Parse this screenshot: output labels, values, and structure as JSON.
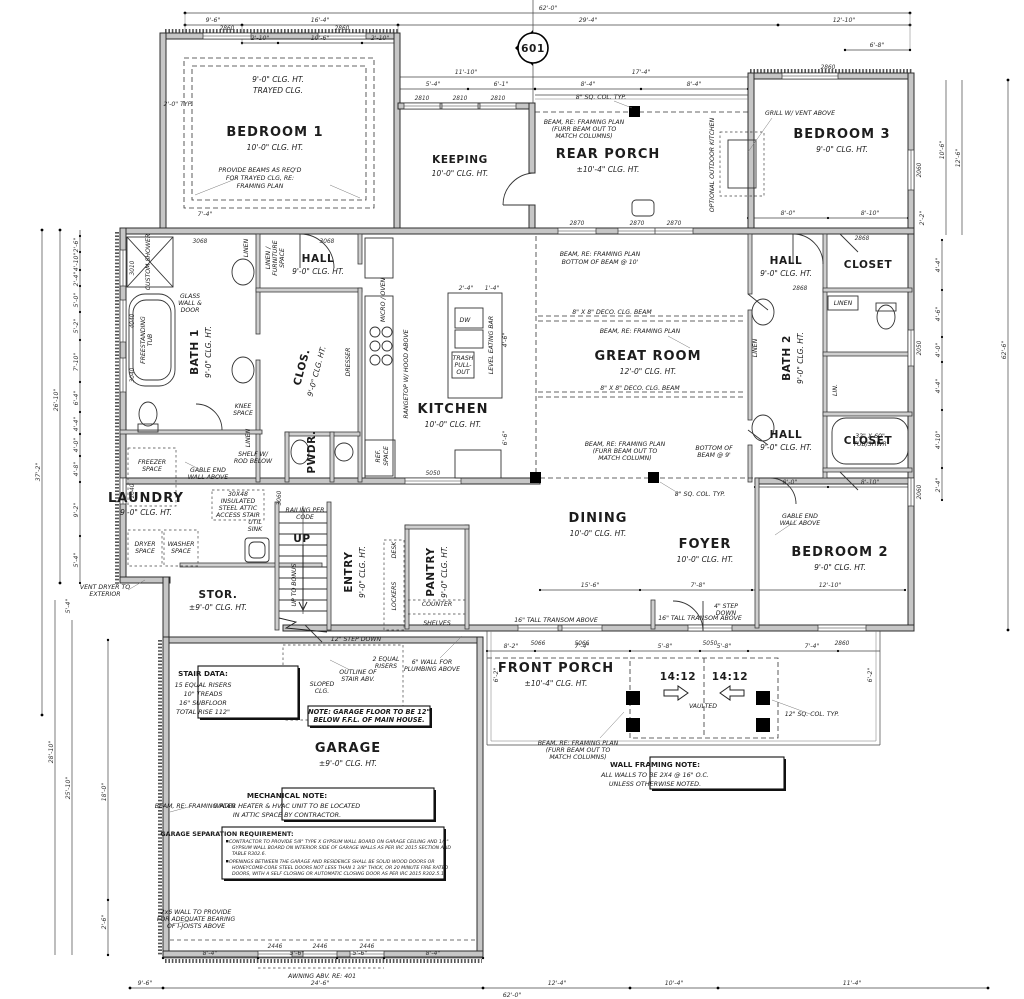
{
  "marker": "601",
  "rooms": {
    "bedroom1": {
      "name": "BEDROOM 1",
      "clg": "10'-0\" CLG. HT."
    },
    "keeping": {
      "name": "KEEPING",
      "clg": "10'-0\" CLG. HT."
    },
    "rear_porch": {
      "name": "REAR PORCH",
      "clg": "±10'-4\" CLG. HT."
    },
    "bedroom3": {
      "name": "BEDROOM 3",
      "clg": "9'-0\" CLG. HT."
    },
    "hall": {
      "name": "HALL",
      "clg": "9'-0\" CLG. HT."
    },
    "closet": {
      "name": "CLOSET"
    },
    "bath1": {
      "name": "BATH 1",
      "clg": "9'-0\" CLG. HT."
    },
    "clos": {
      "name": "CLOS.",
      "clg": "9'-0\" CLG. HT."
    },
    "kitchen": {
      "name": "KITCHEN",
      "clg": "10'-0\" CLG. HT."
    },
    "great_room": {
      "name": "GREAT ROOM",
      "clg": "12'-0\" CLG. HT."
    },
    "bath2": {
      "name": "BATH 2",
      "clg": "9'-0\" CLG. HT."
    },
    "pwdr": {
      "name": "PWDR."
    },
    "laundry": {
      "name": "LAUNDRY",
      "clg": "9'-0\" CLG. HT."
    },
    "stor": {
      "name": "STOR.",
      "clg": "±9'-0\" CLG. HT."
    },
    "entry": {
      "name": "ENTRY",
      "clg": "9'-0\" CLG. HT."
    },
    "pantry": {
      "name": "PANTRY",
      "clg": "9'-0\" CLG. HT."
    },
    "dining": {
      "name": "DINING",
      "clg": "10'-0\" CLG. HT."
    },
    "foyer": {
      "name": "FOYER",
      "clg": "10'-0\" CLG. HT."
    },
    "bedroom2": {
      "name": "BEDROOM 2",
      "clg": "9'-0\" CLG. HT."
    },
    "front_porch": {
      "name": "FRONT PORCH",
      "clg": "±10'-4\" CLG. HT."
    },
    "garage": {
      "name": "GARAGE",
      "clg": "±9'-0\" CLG. HT."
    }
  },
  "annotations": {
    "tray1": "9'-0\" CLG. HT.",
    "tray2": "TRAYED CLG.",
    "provide_beams": [
      "PROVIDE BEAMS AS REQ'D",
      "FOR TRAYED CLG, RE:",
      "FRAMING PLAN"
    ],
    "col8": "8\" SQ. COL. TYP.",
    "beam_furr": [
      "BEAM, RE: FRAMING PLAN",
      "(FURR BEAM OUT TO",
      "MATCH COLUMNS)"
    ],
    "beam_furr1": [
      "BEAM, RE: FRAMING PLAN",
      "(FURR BEAM OUT TO",
      "MATCH COLUMN)"
    ],
    "outdoor_kitchen": "OPTIONAL OUTDOOR KITCHEN",
    "grill": "GRILL W/ VENT ABOVE",
    "beam10": [
      "BEAM, RE: FRAMING PLAN",
      "BOTTOM OF BEAM @ 10'"
    ],
    "deco_beam": "8\" X 8\" DECO. CLG. BEAM",
    "beam_re": "BEAM, RE: FRAMING PLAN",
    "beam9": [
      "BOTTOM OF",
      "BEAM @ 9'"
    ],
    "custom_shower": "CUSTOM SHOWER",
    "glass": [
      "GLASS",
      "WALL &",
      "DOOR"
    ],
    "tub66": [
      "66\"",
      "FREESTANDING",
      "TUB"
    ],
    "linen": "LINEN",
    "lin": "LIN.",
    "linen_furn": [
      "LINEN /",
      "FURNITURE",
      "SPACE"
    ],
    "knee": [
      "KNEE",
      "SPACE"
    ],
    "shelf_rod": [
      "SHELF W/",
      "ROD BELOW"
    ],
    "dresser": "DRESSER",
    "micro": "MICRO / OVEN",
    "rangetop": "RANGETOP W/ HOOD ABOVE",
    "trash": [
      "TRASH",
      "PULL-",
      "OUT"
    ],
    "eating_bar": "LEVEL EATING BAR",
    "dw": "DW",
    "ref": [
      "REF.",
      "SPACE"
    ],
    "freezer": [
      "FREEZER",
      "SPACE"
    ],
    "gable": [
      "GABLE END",
      "WALL ABOVE"
    ],
    "vent_dryer": [
      "VENT DRYER TO",
      "EXTERIOR"
    ],
    "dryer": [
      "DRYER",
      "SPACE"
    ],
    "washer": [
      "WASHER",
      "SPACE"
    ],
    "attic": [
      "30X48",
      "INSULATED",
      "STEEL ATTIC",
      "ACCESS STAIR"
    ],
    "util": [
      "UTIL",
      "SINK"
    ],
    "railing": [
      "RAILING PER",
      "CODE"
    ],
    "up": "UP",
    "up_bonus": "UP TO BONUS",
    "step12": "12\" STEP DOWN",
    "risers2": [
      "2 EQUAL",
      "RISERS"
    ],
    "outline": [
      "OUTLINE OF",
      "STAIR ABV."
    ],
    "sloped": [
      "SLOPED",
      "CLG."
    ],
    "wall6": [
      "6\" WALL FOR",
      "PLUMBING ABOVE"
    ],
    "desk": "DESK",
    "lockers": "LOCKERS",
    "counter": "COUNTER",
    "shelves": "SHELVES",
    "transom": "16\" TALL TRANSOM ABOVE",
    "step4": [
      "4\" STEP",
      "DOWN"
    ],
    "slope": "14:12",
    "vaulted": "VAULTED",
    "col12": "12\" SQ. COL. TYP.",
    "wall2x6": [
      "2x6 WALL TO PROVIDE",
      "FOR ADEQUATE BEARING",
      "OF I-JOISTS ABOVE"
    ],
    "awning": "AWNING ABV. RE: 401",
    "tub_shwr": [
      "32\" X 60\"",
      "TUB/SHWR"
    ]
  },
  "notes": {
    "stair_data": {
      "title": "STAIR DATA:",
      "lines": [
        "15 EQUAL RISERS",
        "10\" TREADS",
        "16\" SUBFLOOR",
        "TOTAL RISE 112\""
      ]
    },
    "garage_floor": {
      "lines": [
        "NOTE: GARAGE FLOOR TO BE 12\"",
        "BELOW F.F.L. OF MAIN HOUSE."
      ]
    },
    "mechanical": {
      "title": "MECHANICAL NOTE:",
      "lines": [
        "WATER HEATER & HVAC UNIT TO BE LOCATED",
        "IN ATTIC SPACE BY CONTRACTOR."
      ]
    },
    "garage_separation": {
      "title": "GARAGE SEPARATION REQUIREMENT:",
      "lines": [
        "CONTRACTOR TO PROVIDE 5/8\" TYPE X GYPSUM WALL BOARD ON GARAGE CEILING AND 1/2\"",
        "GYPSUM WALL BOARD ON INTERIOR SIDE OF GARAGE WALLS AS PER IRC 2015 SECTION AND",
        "TABLE R302.6.",
        "OPENINGS BETWEEN THE GARAGE AND RESIDENCE SHALL BE SOLID WOOD DOORS OR",
        "HONEYCOMB-CORE STEEL DOORS NOT LESS THAN 1 3/8\" THICK, OR 20 MINUTE FIRE RATED",
        "DOORS, WITH A SELF CLOSING OR AUTOMATIC CLOSING DOOR AS PER IRC 2015 R302.5.1."
      ]
    },
    "wall_framing": {
      "title": "WALL FRAMING NOTE:",
      "lines": [
        "ALL WALLS TO BE 2X4 @ 16\" O.C.",
        "UNLESS OTHERWISE NOTED."
      ]
    }
  },
  "dims": {
    "top": [
      "62'-0\"",
      "9'-6\"",
      "16'-4\"",
      "29'-4\"",
      "12'-10\"",
      "2'-10\"",
      "10'-6\"",
      "2'-10\"",
      "11'-10\"",
      "5'-4\"",
      "6'-1\"",
      "17'-4\"",
      "8'-4\"",
      "8'-4\"",
      "6'-8\""
    ],
    "bottom": [
      "8'-4\"",
      "5'-6\"",
      "5'-6\"",
      "8'-4\"",
      "9'-6\"",
      "24'-6\"",
      "12'-4\"",
      "10'-4\"",
      "11'-4\"",
      "62'-0\""
    ],
    "left": [
      "37'-2\"",
      "26'-10\"",
      "2'-6\"",
      "4'-10\"",
      "2'-4\"",
      "5'-0\"",
      "5'-2\"",
      "7'-10\"",
      "6'-4\"",
      "4'-4\"",
      "4'-0\"",
      "4'-8\"",
      "9'-2\"",
      "5'-4\""
    ],
    "lowerleft": [
      "28'-10\"",
      "25'-10\"",
      "18'-0\"",
      "5'-4\"",
      "2'-6\""
    ],
    "right": [
      "62'-6\"",
      "12'-6\"",
      "10'-6\"",
      "4'-4\"",
      "4'-6\"",
      "4'-0\"",
      "4'-4\"",
      "4'-10\"",
      "2'-4\"",
      "2'-2\""
    ],
    "inner": [
      "7'-4\"",
      "2'-0\" TYP.",
      "15'-6\"",
      "7'-8\"",
      "12'-10\"",
      "8'-0\"",
      "8'-10\"",
      "8'-0\"",
      "8'-10\"",
      "8'-2\"",
      "7'-4\"",
      "5'-8\"",
      "5'-8\"",
      "7'-4\"",
      "6'-2\"",
      "6'-2\"",
      "2'-4\"",
      "1'-4\"",
      "4'-6\"",
      "6'-6\""
    ]
  },
  "tags": [
    "2860",
    "2860",
    "2810",
    "2810",
    "2810",
    "2870",
    "2870",
    "2870",
    "2860",
    "3010",
    "4040",
    "3040",
    "2040",
    "2060",
    "2050",
    "2060",
    "5066",
    "5066",
    "5050",
    "2860",
    "2446",
    "2446",
    "2446",
    "3068",
    "3068",
    "2868",
    "2868",
    "5050",
    "3060"
  ]
}
